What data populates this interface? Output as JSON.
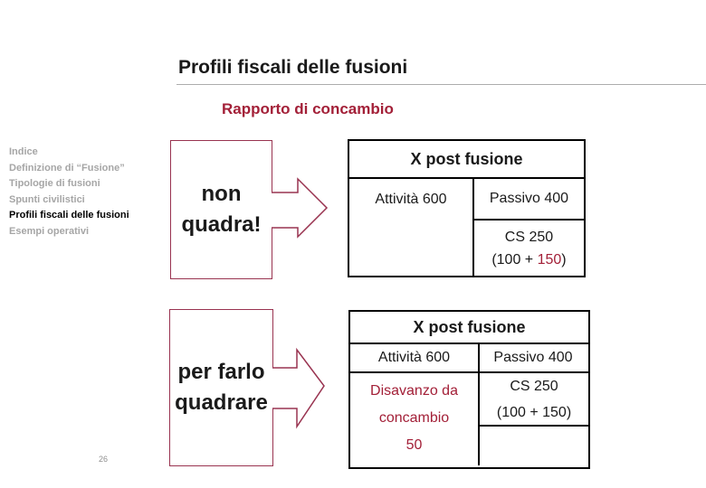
{
  "page": {
    "title": "Profili fiscali delle fusioni",
    "subtitle": "Rapporto di concambio",
    "page_number": "26"
  },
  "sidebar": {
    "items": [
      {
        "label": "Indice",
        "active": false
      },
      {
        "label": "Definizione di “Fusione”",
        "active": false
      },
      {
        "label": "Tipologie di fusioni",
        "active": false
      },
      {
        "label": "Spunti civilistici",
        "active": false
      },
      {
        "label": "Profili fiscali delle fusioni",
        "active": true
      },
      {
        "label": "Esempi operativi",
        "active": false
      }
    ]
  },
  "diagram1": {
    "callout": {
      "line1": "non",
      "line2": "quadra!"
    },
    "arrow": "block-arrow-right",
    "table": {
      "header": "X post fusione",
      "attivita": "Attività 600",
      "passivo": "Passivo 400",
      "cs_line1": "CS 250",
      "cs_prefix": "(100 + ",
      "cs_highlight": "150",
      "cs_suffix": ")"
    }
  },
  "diagram2": {
    "callout": {
      "line1": "per farlo",
      "line2": "quadrare"
    },
    "arrow": "block-arrow-right",
    "table": {
      "header": "X post fusione",
      "attivita": "Attività 600",
      "passivo": "Passivo 400",
      "disavanzo_line1": "Disavanzo da",
      "disavanzo_line2": "concambio",
      "disavanzo_line3": "50",
      "cs_line1": "CS 250",
      "cs_line2": "(100 + 150)"
    }
  },
  "colors": {
    "accent_maroon": "#993350",
    "accent_red": "#A32038",
    "sidebar_gray": "#A6A6A6",
    "rule_gray": "#ADADAD"
  }
}
